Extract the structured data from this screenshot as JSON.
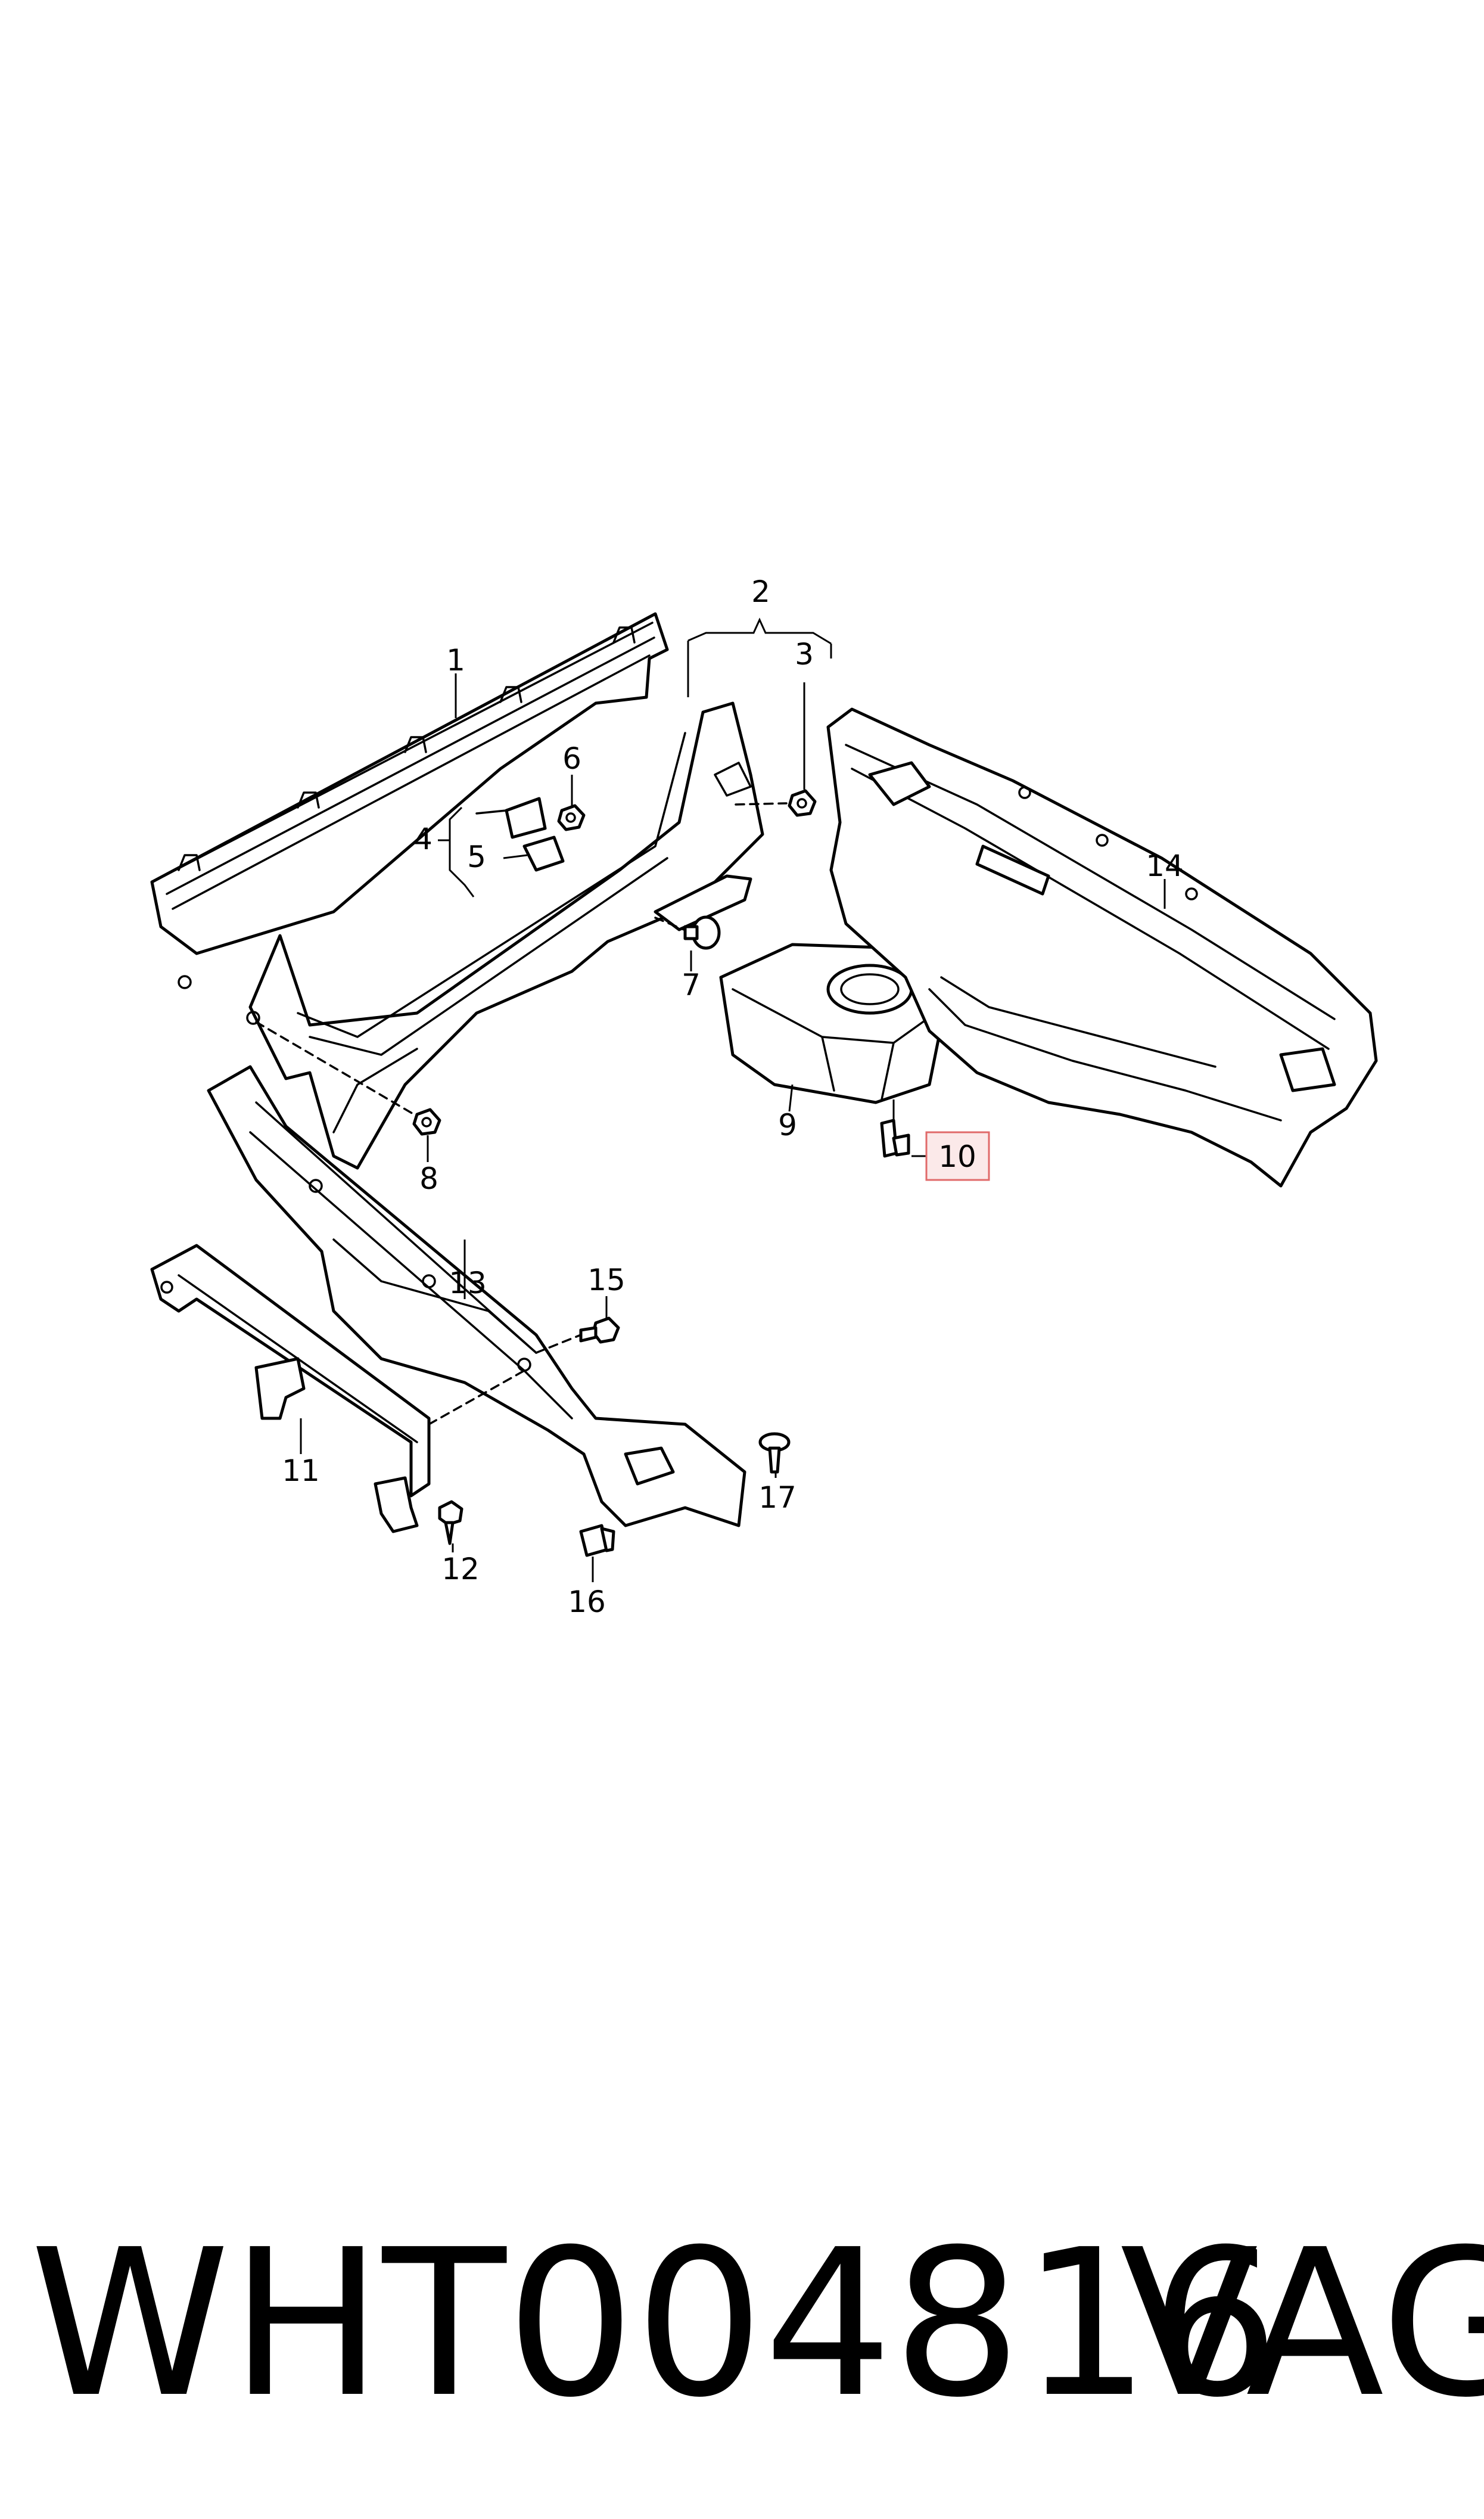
{
  "callouts": [
    {
      "id": "1",
      "label": "1"
    },
    {
      "id": "2",
      "label": "2"
    },
    {
      "id": "3",
      "label": "3"
    },
    {
      "id": "4",
      "label": "4"
    },
    {
      "id": "5",
      "label": "5"
    },
    {
      "id": "6",
      "label": "6"
    },
    {
      "id": "7",
      "label": "7"
    },
    {
      "id": "8",
      "label": "8"
    },
    {
      "id": "9",
      "label": "9"
    },
    {
      "id": "10",
      "label": "10",
      "highlighted": true
    },
    {
      "id": "11",
      "label": "11"
    },
    {
      "id": "12",
      "label": "12"
    },
    {
      "id": "13",
      "label": "13"
    },
    {
      "id": "14",
      "label": "14"
    },
    {
      "id": "15",
      "label": "15"
    },
    {
      "id": "16",
      "label": "16"
    },
    {
      "id": "17",
      "label": "17"
    }
  ],
  "highlight": {
    "border_color": "#e06a6a",
    "fill_color": "#fbe9e9"
  },
  "footer": {
    "part_number": "WHT004816",
    "brand": "VAG"
  }
}
